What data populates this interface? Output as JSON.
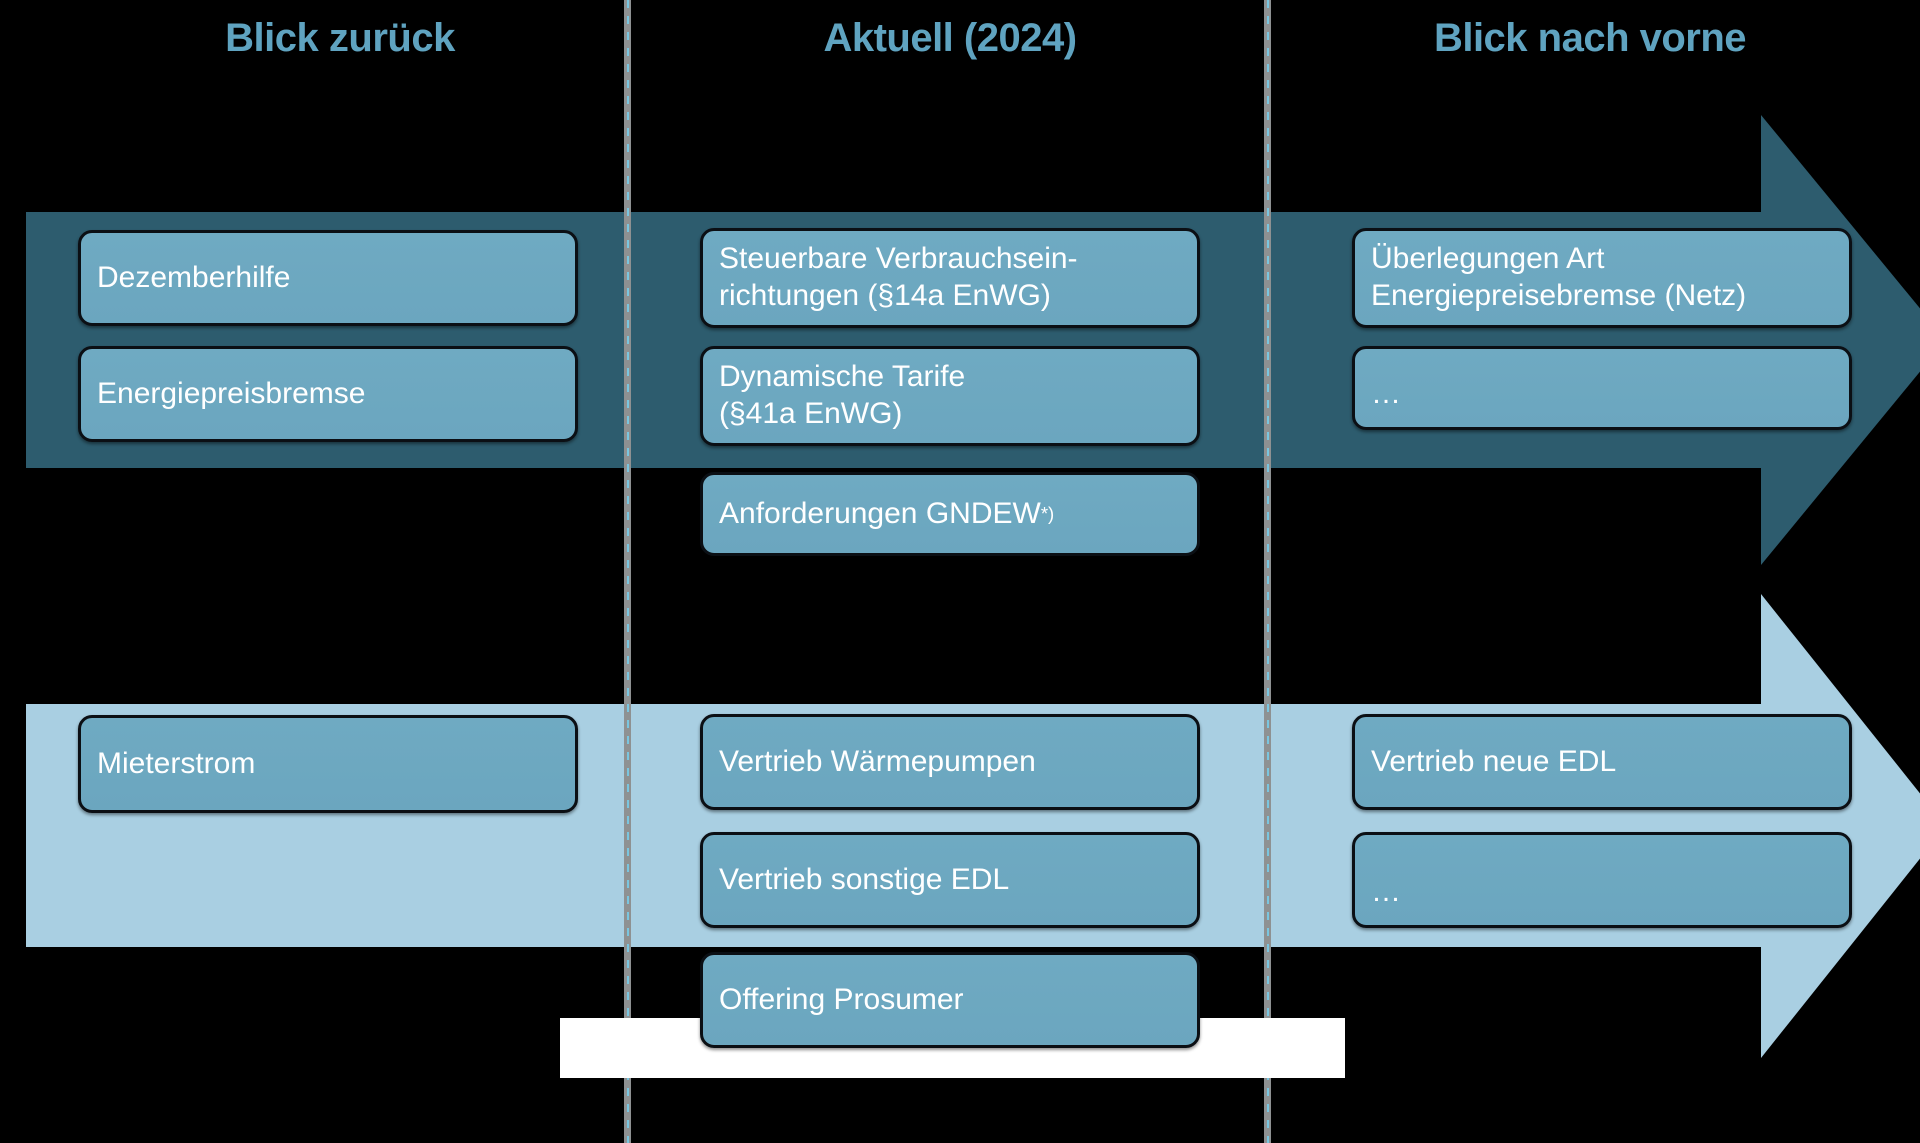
{
  "headers": {
    "past": "Blick zurück",
    "current": "Aktuell (2024)",
    "future": "Blick nach vorne"
  },
  "bands": [
    {
      "id": "regulatory",
      "color": "#2D5C6E",
      "arrow": "right-arrow"
    },
    {
      "id": "market",
      "color": "#A9CFE2",
      "arrow": "right-arrow"
    }
  ],
  "row1": {
    "past": [
      {
        "label": "Dezemberhilfe"
      },
      {
        "label": "Energiepreisbremse"
      }
    ],
    "current": [
      {
        "label": "Steuerbare Verbrauchsein-\nrichtungen (§14a EnWG)"
      },
      {
        "label": "Dynamische Tarife\n(§41a EnWG)"
      },
      {
        "label": "Anforderungen GNDEW",
        "sup": "*)"
      }
    ],
    "future": [
      {
        "label": "Überlegungen Art\nEnergiepreisebremse (Netz)"
      },
      {
        "label": "…"
      }
    ]
  },
  "row2": {
    "past": [
      {
        "label": "Mieterstrom"
      }
    ],
    "current": [
      {
        "label": "Vertrieb Wärmepumpen"
      },
      {
        "label": "Vertrieb sonstige EDL"
      },
      {
        "label": "Offering Prosumer"
      }
    ],
    "future": [
      {
        "label": "Vertrieb neue EDL"
      },
      {
        "label": "…"
      }
    ]
  },
  "colors": {
    "background": "#000000",
    "header_text": "#5FA3C0",
    "band_dark": "#2D5C6E",
    "band_light": "#A9CFE2",
    "box_fill": "#6BA6BF",
    "box_border": "#0b0f14",
    "box_text": "#ffffff",
    "divider": "#8e9192",
    "footer_strip": "#ffffff"
  }
}
